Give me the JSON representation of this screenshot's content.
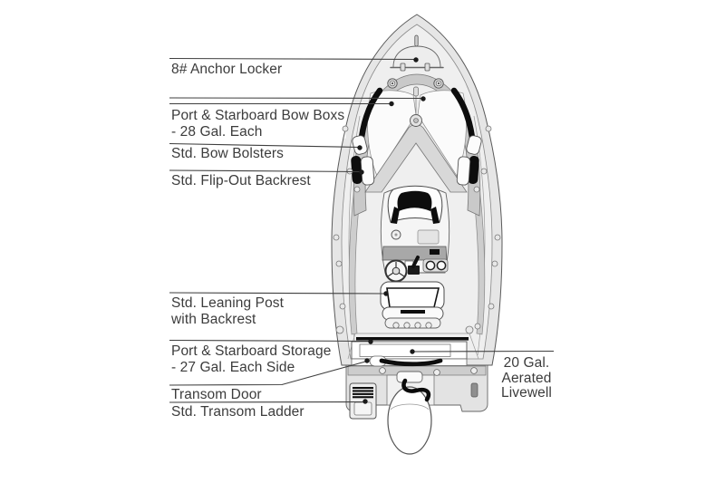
{
  "diagram": {
    "title": "Boat top-view feature callout diagram",
    "callouts": {
      "anchor_locker": {
        "text": "8# Anchor Locker"
      },
      "bow_boxes": {
        "text": "Port & Starboard Bow Boxs\n- 28 Gal. Each"
      },
      "bow_bolsters": {
        "text": "Std. Bow Bolsters"
      },
      "flip_out_backrest": {
        "text": "Std. Flip-Out Backrest"
      },
      "leaning_post": {
        "text": "Std. Leaning Post\nwith Backrest"
      },
      "storage": {
        "text": "Port & Starboard Storage\n- 27 Gal. Each Side"
      },
      "transom_door": {
        "text": "Transom Door"
      },
      "transom_ladder": {
        "text": "Std. Transom Ladder"
      },
      "livewell": {
        "text": "20 Gal.\nAerated\nLivewell"
      }
    },
    "colors": {
      "background": "#ffffff",
      "label_text": "#3c3c3c",
      "leader_line": "#3f3f3f",
      "hull_fill": "#e6e6e6",
      "deck_fill": "#efefef",
      "band_fill": "#c9c9c9",
      "accent_black": "#0d0d0d"
    }
  }
}
